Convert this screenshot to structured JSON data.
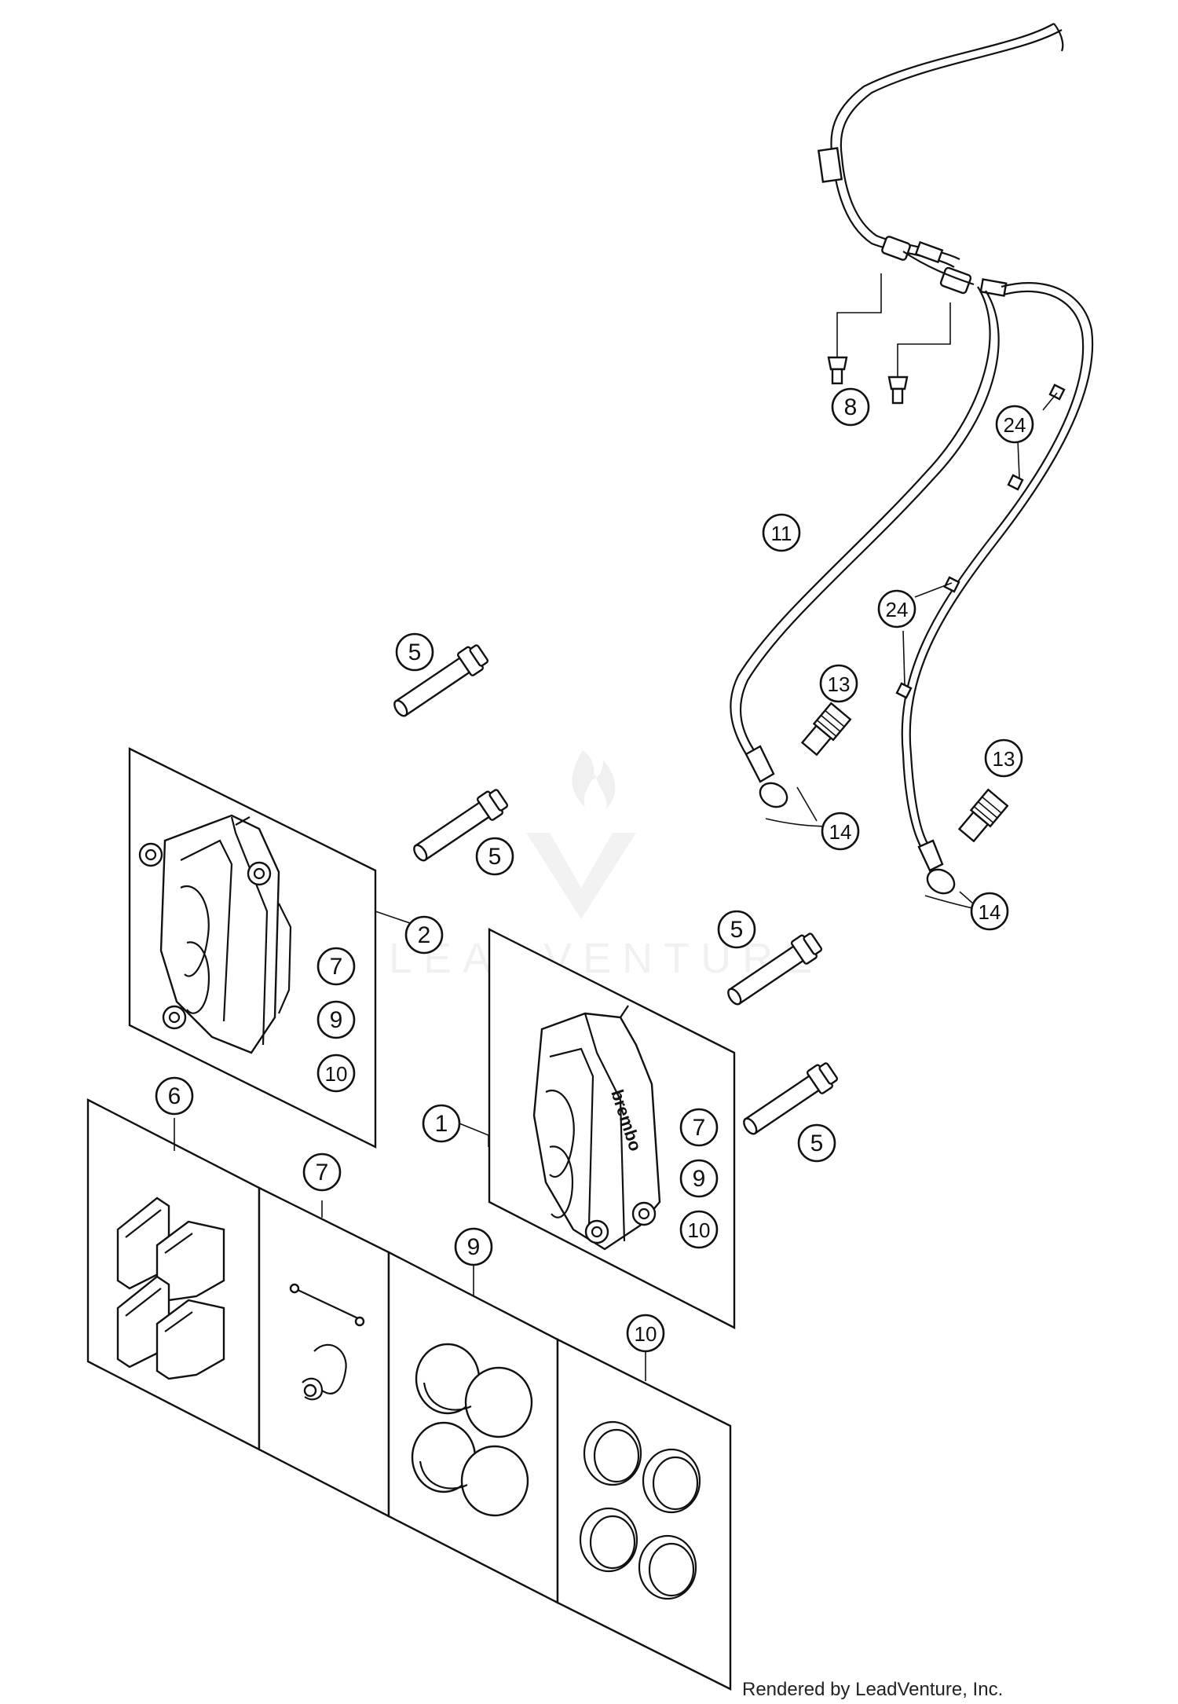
{
  "diagram": {
    "callouts": [
      {
        "id": "c8",
        "label": "8"
      },
      {
        "id": "c24a",
        "label": "24"
      },
      {
        "id": "c11",
        "label": "11"
      },
      {
        "id": "c24b",
        "label": "24"
      },
      {
        "id": "c13a",
        "label": "13"
      },
      {
        "id": "c13b",
        "label": "13"
      },
      {
        "id": "c14a",
        "label": "14"
      },
      {
        "id": "c14b",
        "label": "14"
      },
      {
        "id": "c5a",
        "label": "5"
      },
      {
        "id": "c5b",
        "label": "5"
      },
      {
        "id": "c5c",
        "label": "5"
      },
      {
        "id": "c5d",
        "label": "5"
      },
      {
        "id": "c2",
        "label": "2"
      },
      {
        "id": "c7a",
        "label": "7"
      },
      {
        "id": "c9a",
        "label": "9"
      },
      {
        "id": "c10a",
        "label": "10"
      },
      {
        "id": "c1",
        "label": "1"
      },
      {
        "id": "c7b",
        "label": "7"
      },
      {
        "id": "c9b",
        "label": "9"
      },
      {
        "id": "c10b",
        "label": "10"
      },
      {
        "id": "c6",
        "label": "6"
      },
      {
        "id": "c7c",
        "label": "7"
      },
      {
        "id": "c9c",
        "label": "9"
      },
      {
        "id": "c10c",
        "label": "10"
      }
    ],
    "caliper_brand_text": "brembo",
    "watermark_text": "LEADVENTURE",
    "credit_text": "Rendered by LeadVenture, Inc."
  }
}
